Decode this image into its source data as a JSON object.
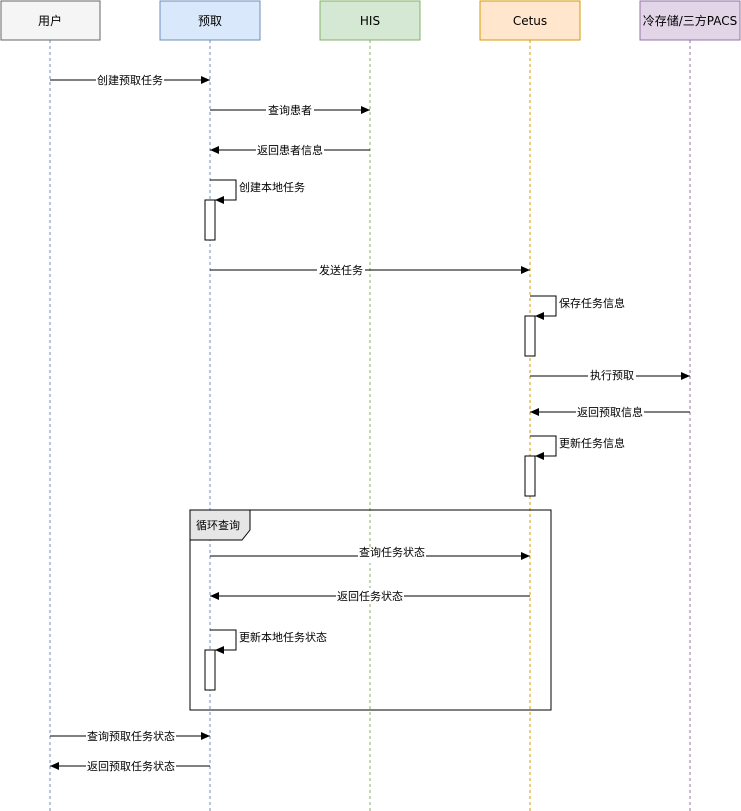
{
  "participants": [
    {
      "id": "user",
      "label": "用户",
      "fill": "#f5f5f5",
      "stroke": "#666666",
      "line": "#6c8ebf"
    },
    {
      "id": "prefetch",
      "label": "预取",
      "fill": "#dae8fc",
      "stroke": "#6c8ebf",
      "line": "#6c8ebf"
    },
    {
      "id": "his",
      "label": "HIS",
      "fill": "#d5e8d4",
      "stroke": "#82b366",
      "line": "#82b366"
    },
    {
      "id": "cetus",
      "label": "Cetus",
      "fill": "#ffe6cc",
      "stroke": "#d79b00",
      "line": "#d79b00"
    },
    {
      "id": "pacs",
      "label": "冷存储/三方PACS",
      "fill": "#e1d5e7",
      "stroke": "#9673a6",
      "line": "#9673a6"
    }
  ],
  "messages": [
    {
      "from": "user",
      "to": "prefetch",
      "label": "创建预取任务"
    },
    {
      "from": "prefetch",
      "to": "his",
      "label": "查询患者"
    },
    {
      "from": "his",
      "to": "prefetch",
      "label": "返回患者信息"
    },
    {
      "from": "prefetch",
      "to": "prefetch",
      "label": "创建本地任务"
    },
    {
      "from": "prefetch",
      "to": "cetus",
      "label": "发送任务"
    },
    {
      "from": "cetus",
      "to": "cetus",
      "label": "保存任务信息"
    },
    {
      "from": "cetus",
      "to": "pacs",
      "label": "执行预取"
    },
    {
      "from": "pacs",
      "to": "cetus",
      "label": "返回预取信息"
    },
    {
      "from": "cetus",
      "to": "cetus",
      "label": "更新任务信息"
    },
    {
      "from": "prefetch",
      "to": "cetus",
      "label": "查询任务状态"
    },
    {
      "from": "cetus",
      "to": "prefetch",
      "label": "返回任务状态"
    },
    {
      "from": "prefetch",
      "to": "prefetch",
      "label": "更新本地任务状态"
    },
    {
      "from": "user",
      "to": "prefetch",
      "label": "查询预取任务状态"
    },
    {
      "from": "prefetch",
      "to": "user",
      "label": "返回预取任务状态"
    }
  ],
  "loop": {
    "label": "循环查询"
  }
}
